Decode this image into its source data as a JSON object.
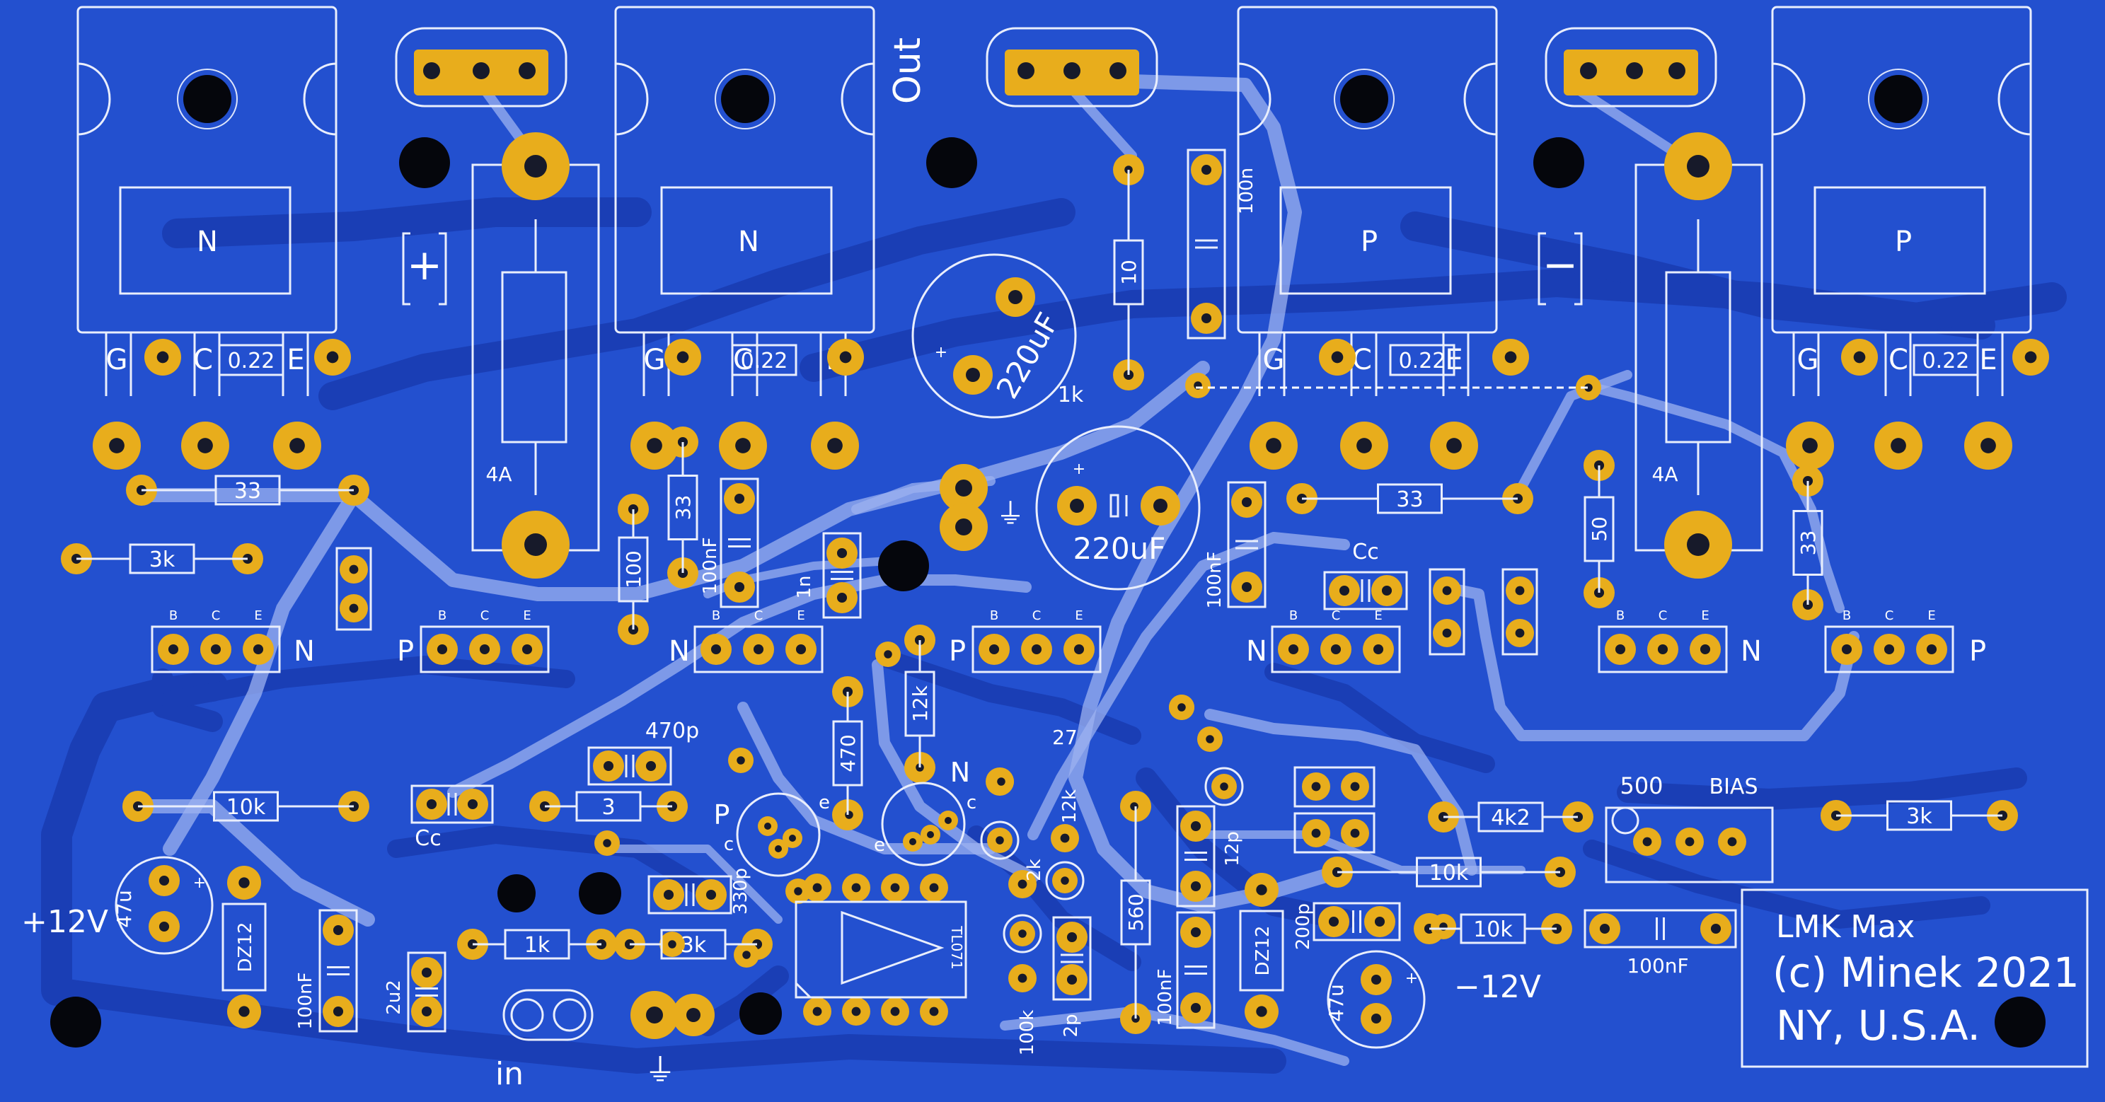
{
  "board": {
    "background": "#2350cf",
    "pad_color": "#e8ad1c",
    "silk_color": "#ffffff",
    "trace_color": "#1a3eb5",
    "top_trace_color": "#9cb2f0"
  },
  "title_block": {
    "line1": "LMK Max",
    "line2": "(c) Minek 2021",
    "line3": "NY, U.S.A."
  },
  "connectors": {
    "out": "Out",
    "in": "in",
    "gnd_symbol": "⏚",
    "plus12": "+12V",
    "minus12": "−12V"
  },
  "transistors_power": [
    {
      "type": "N",
      "g": "G",
      "c": "C",
      "e": "E",
      "re": "0.22"
    },
    {
      "type": "N",
      "g": "G",
      "c": "C",
      "e": "E",
      "re": "0.22"
    },
    {
      "type": "P",
      "g": "G",
      "c": "C",
      "e": "E",
      "re": "0.22"
    },
    {
      "type": "P",
      "g": "G",
      "c": "C",
      "e": "E",
      "re": "0.22"
    }
  ],
  "fuses": [
    {
      "rating": "4A",
      "polarity": "+"
    },
    {
      "rating": "4A",
      "polarity": "−"
    }
  ],
  "driver_transistors": [
    {
      "type": "N",
      "b": "B",
      "c": "C",
      "e": "E"
    },
    {
      "type": "P",
      "b": "B",
      "c": "C",
      "e": "E"
    },
    {
      "type": "N",
      "b": "B",
      "c": "C",
      "e": "E"
    },
    {
      "type": "P",
      "b": "B",
      "c": "C",
      "e": "E"
    },
    {
      "type": "N",
      "b": "B",
      "c": "C",
      "e": "E"
    },
    {
      "type": "N",
      "b": "B",
      "c": "C",
      "e": "E"
    },
    {
      "type": "P",
      "b": "B",
      "c": "C",
      "e": "E"
    }
  ],
  "resistors": {
    "r33a": "33",
    "r33b": "33",
    "r33c": "33",
    "r33d": "33",
    "r3k_left": "3k",
    "r3k_right": "3k",
    "r10k_left": "10k",
    "r3": "3",
    "r1k_in": "1k",
    "r3k_in": "3k",
    "r100": "100",
    "r470": "470",
    "r12k_v": "12k",
    "r12k_small": "12k",
    "r2k": "2k",
    "r100k": "100k",
    "r560": "560",
    "r27": "27",
    "r4k2": "4k2",
    "r10k_a": "10k",
    "r10k_b": "10k",
    "r10": "10",
    "r1k_dash": "1k",
    "r50": "50"
  },
  "capacitors": {
    "c220a": "220uF",
    "c220b": "220uF",
    "c100n_top": "100n",
    "c100nf_a": "100nF",
    "c100nf_b": "100nF",
    "c100nf_c": "100nF",
    "c100nf_d": "100nF",
    "c100nf_e": "100nF",
    "c1n": "1n",
    "c470p": "470p",
    "c330p": "330p",
    "c12p": "12p",
    "c2p": "2p",
    "c200p": "200p",
    "c2u2": "2u2",
    "c47u_left": "47u",
    "c47u_right": "47u",
    "cc1": "Cc",
    "cc2": "Cc"
  },
  "diodes": {
    "dz_left": "DZ12",
    "dz_right": "DZ12"
  },
  "small_transistors": {
    "p": "P",
    "n": "N",
    "e": "e",
    "c": "c"
  },
  "opamp": "TL071",
  "bias": {
    "trim": "500",
    "label": "BIAS"
  },
  "plus_sign": "+"
}
